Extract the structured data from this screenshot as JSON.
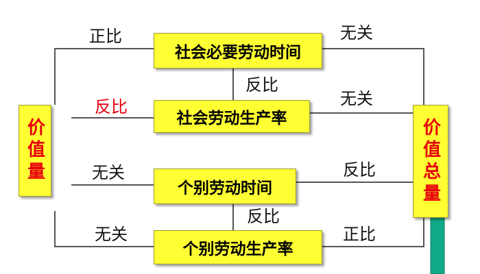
{
  "colors": {
    "box_fill": "#ffff33",
    "line": "#555555",
    "red_text": "#e8000b",
    "teal_bar": "#11aa88"
  },
  "left_box": {
    "text": "价值量"
  },
  "right_box": {
    "text": "价值总量"
  },
  "center_boxes": {
    "social_time": "社会必要劳动时间",
    "social_productivity": "社会劳动生产率",
    "individual_time": "个别劳动时间",
    "individual_productivity": "个别劳动生产率"
  },
  "relations": {
    "left_social_time": "正比",
    "left_social_productivity": "反比",
    "left_individual_time": "无关",
    "left_individual_productivity": "无关",
    "right_social_time": "无关",
    "right_social_productivity": "无关",
    "right_individual_time": "反比",
    "right_individual_productivity": "正比",
    "social_time_productivity": "反比",
    "individual_time_productivity": "反比"
  }
}
